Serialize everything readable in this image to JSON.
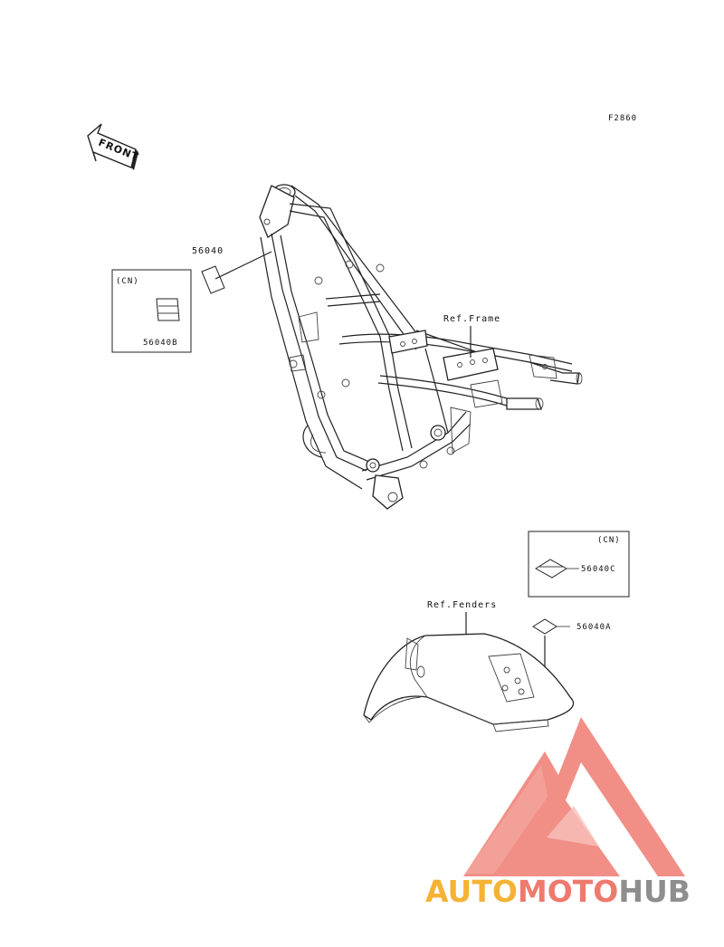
{
  "figure_code": "F2860",
  "front_arrow": {
    "label": "FRONT"
  },
  "callouts": {
    "part_main": "56040",
    "part_cn_b": "56040B",
    "part_cn_c": "56040C",
    "part_a": "56040A",
    "region_cn_1": "(CN)",
    "region_cn_2": "(CN)",
    "ref_frame": "Ref.Frame",
    "ref_fenders": "Ref.Fenders"
  },
  "watermark": {
    "part1": "AUTO",
    "part2": "MOTO",
    "part3": "HUB",
    "color_auto": "#f5b335",
    "color_moto": "#ee7a6e",
    "color_hub": "#8e8e8e",
    "logo_color": "#ef7b72"
  }
}
